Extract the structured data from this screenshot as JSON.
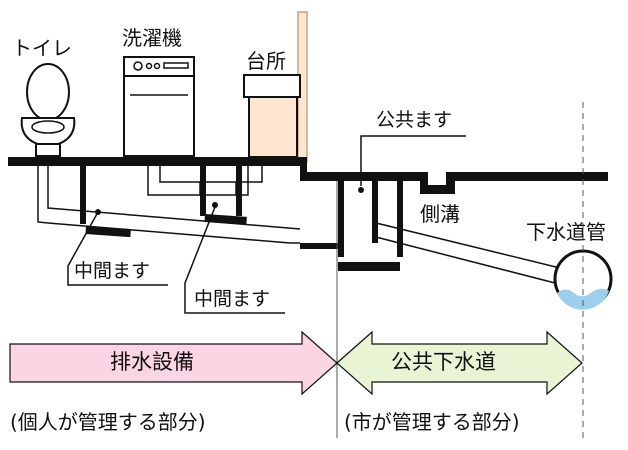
{
  "labels": {
    "toilet": "トイレ",
    "washing_machine": "洗濯機",
    "kitchen": "台所",
    "public_basin": "公共ます",
    "gutter": "側溝",
    "sewer_main": "下水道管",
    "middle_basin_1": "中間ます",
    "middle_basin_2": "中間ます"
  },
  "arrows": {
    "private": "排水設備",
    "public": "公共下水道"
  },
  "notes": {
    "private": "(個人が管理する部分)",
    "public": "(市が管理する部分)"
  },
  "colors": {
    "private_arrow_fill": "#fbd5e3",
    "public_arrow_fill": "#e8f4d4",
    "fence_fill": "#fde5cf",
    "fence_stroke": "#c8a27e",
    "kitchen_fill": "#fde5cf",
    "water": "#9ccfee"
  }
}
